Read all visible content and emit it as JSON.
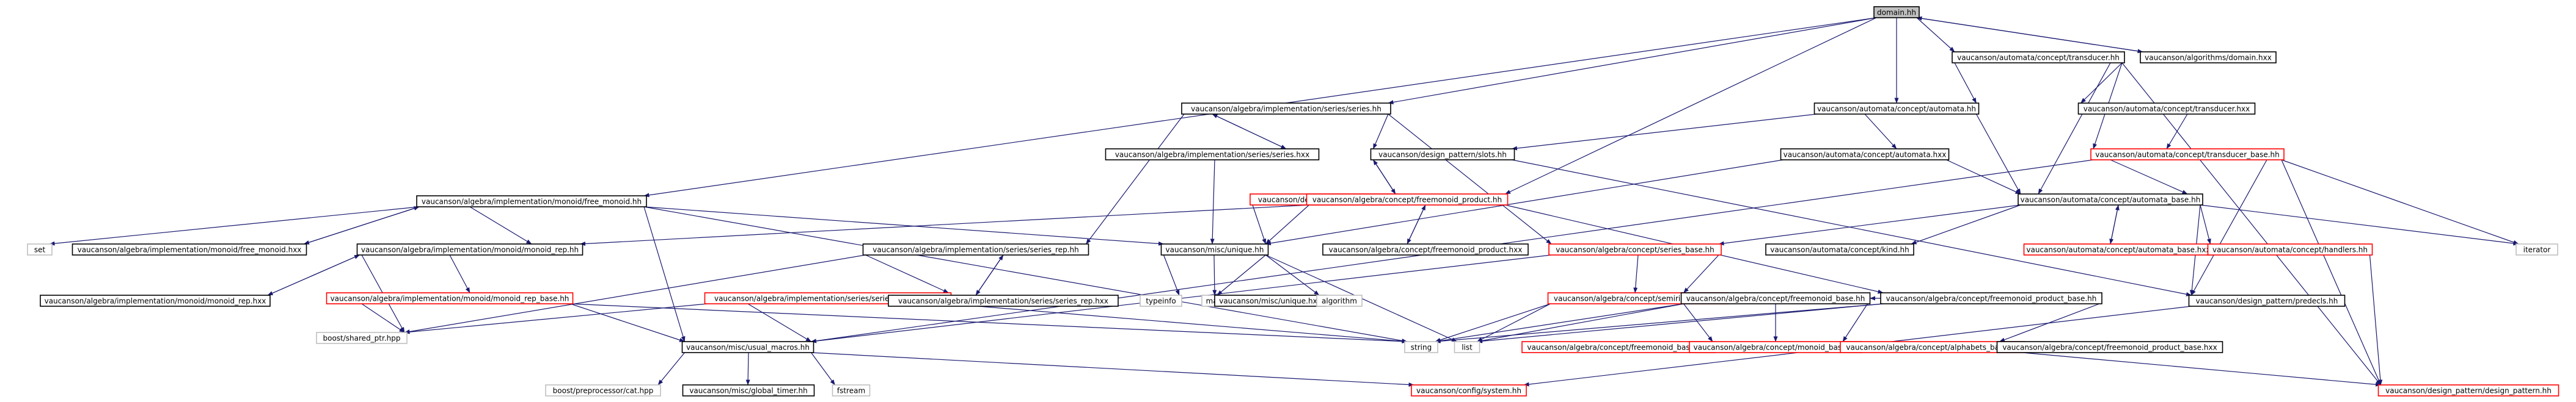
{
  "colors": {
    "edge": "#191970",
    "border_default": "#000000",
    "border_red": "#ff0000",
    "border_lightgray": "#bfbfbf",
    "fill_default": "#ffffff",
    "fill_root": "#bfbfbf"
  },
  "nodes": [
    {
      "id": "n_domain",
      "label": "domain.hh",
      "style": "root"
    },
    {
      "id": "n_transducer",
      "label": "vaucanson/automata/concept/transducer.hh",
      "style": "default"
    },
    {
      "id": "n_algo_domain",
      "label": "vaucanson/algorithms/domain.hxx",
      "style": "default"
    },
    {
      "id": "n_series_hh",
      "label": "vaucanson/algebra/implementation/series/series.hh",
      "style": "default"
    },
    {
      "id": "n_automata_hh",
      "label": "vaucanson/automata/concept/automata.hh",
      "style": "default"
    },
    {
      "id": "n_transducer_hxx",
      "label": "vaucanson/automata/concept/transducer.hxx",
      "style": "default"
    },
    {
      "id": "n_series_hxx",
      "label": "vaucanson/algebra/implementation/series/series.hxx",
      "style": "default"
    },
    {
      "id": "n_slots_hh",
      "label": "vaucanson/design_pattern/slots.hh",
      "style": "default"
    },
    {
      "id": "n_automata_hxx",
      "label": "vaucanson/automata/concept/automata.hxx",
      "style": "default"
    },
    {
      "id": "n_transducer_base",
      "label": "vaucanson/automata/concept/transducer_base.hh",
      "style": "red"
    },
    {
      "id": "n_free_monoid",
      "label": "vaucanson/algebra/implementation/monoid/free_monoid.hh",
      "style": "default"
    },
    {
      "id": "n_slots_hxx",
      "label": "vaucanson/design_pattern/slots.hxx",
      "style": "red"
    },
    {
      "id": "n_freemonoid_product",
      "label": "vaucanson/algebra/concept/freemonoid_product.hh",
      "style": "red"
    },
    {
      "id": "n_automata_base",
      "label": "vaucanson/automata/concept/automata_base.hh",
      "style": "default"
    },
    {
      "id": "n_set",
      "label": "set",
      "style": "lightgray"
    },
    {
      "id": "n_free_monoid_hxx",
      "label": "vaucanson/algebra/implementation/monoid/free_monoid.hxx",
      "style": "default"
    },
    {
      "id": "n_monoid_rep",
      "label": "vaucanson/algebra/implementation/monoid/monoid_rep.hh",
      "style": "default"
    },
    {
      "id": "n_series_rep",
      "label": "vaucanson/algebra/implementation/series/series_rep.hh",
      "style": "default"
    },
    {
      "id": "n_unique_hh",
      "label": "vaucanson/misc/unique.hh",
      "style": "default"
    },
    {
      "id": "n_fmp_hxx",
      "label": "vaucanson/algebra/concept/freemonoid_product.hxx",
      "style": "default"
    },
    {
      "id": "n_series_base",
      "label": "vaucanson/algebra/concept/series_base.hh",
      "style": "red"
    },
    {
      "id": "n_kind_hh",
      "label": "vaucanson/automata/concept/kind.hh",
      "style": "default"
    },
    {
      "id": "n_automata_base_hxx",
      "label": "vaucanson/automata/concept/automata_base.hxx",
      "style": "red"
    },
    {
      "id": "n_handlers",
      "label": "vaucanson/automata/concept/handlers.hh",
      "style": "red"
    },
    {
      "id": "n_iterator",
      "label": "iterator",
      "style": "lightgray"
    },
    {
      "id": "n_monoid_rep_hxx",
      "label": "vaucanson/algebra/implementation/monoid/monoid_rep.hxx",
      "style": "default"
    },
    {
      "id": "n_monoid_rep_base",
      "label": "vaucanson/algebra/implementation/monoid/monoid_rep_base.hh",
      "style": "red"
    },
    {
      "id": "n_series_rep_base",
      "label": "vaucanson/algebra/implementation/series/series_rep_base.hh",
      "style": "red"
    },
    {
      "id": "n_series_rep_hxx",
      "label": "vaucanson/algebra/implementation/series/series_rep.hxx",
      "style": "default"
    },
    {
      "id": "n_typeinfo",
      "label": "typeinfo",
      "style": "lightgray"
    },
    {
      "id": "n_map",
      "label": "map",
      "style": "lightgray"
    },
    {
      "id": "n_unique_hxx",
      "label": "vaucanson/misc/unique.hxx",
      "style": "default"
    },
    {
      "id": "n_algorithm",
      "label": "algorithm",
      "style": "lightgray"
    },
    {
      "id": "n_semiring_base",
      "label": "vaucanson/algebra/concept/semiring_base.hh",
      "style": "red"
    },
    {
      "id": "n_freemonoid_base",
      "label": "vaucanson/algebra/concept/freemonoid_base.hh",
      "style": "default"
    },
    {
      "id": "n_fmp_base",
      "label": "vaucanson/algebra/concept/freemonoid_product_base.hh",
      "style": "default"
    },
    {
      "id": "n_predecls",
      "label": "vaucanson/design_pattern/predecls.hh",
      "style": "default"
    },
    {
      "id": "n_shared_ptr",
      "label": "boost/shared_ptr.hpp",
      "style": "lightgray"
    },
    {
      "id": "n_string",
      "label": "string",
      "style": "lightgray"
    },
    {
      "id": "n_list",
      "label": "list",
      "style": "lightgray"
    },
    {
      "id": "n_freemonoid_base_hxx",
      "label": "vaucanson/algebra/concept/freemonoid_base.hxx",
      "style": "red"
    },
    {
      "id": "n_monoid_base",
      "label": "vaucanson/algebra/concept/monoid_base.hh",
      "style": "red"
    },
    {
      "id": "n_alphabets_base",
      "label": "vaucanson/algebra/concept/alphabets_base.hh",
      "style": "red"
    },
    {
      "id": "n_fmp_base_hxx",
      "label": "vaucanson/algebra/concept/freemonoid_product_base.hxx",
      "style": "default"
    },
    {
      "id": "n_usual_macros",
      "label": "vaucanson/misc/usual_macros.hh",
      "style": "default"
    },
    {
      "id": "n_cat_hpp",
      "label": "boost/preprocessor/cat.hpp",
      "style": "lightgray"
    },
    {
      "id": "n_global_timer",
      "label": "vaucanson/misc/global_timer.hh",
      "style": "default"
    },
    {
      "id": "n_fstream",
      "label": "fstream",
      "style": "lightgray"
    },
    {
      "id": "n_system_hh",
      "label": "vaucanson/config/system.hh",
      "style": "red"
    },
    {
      "id": "n_design_pattern",
      "label": "vaucanson/design_pattern/design_pattern.hh",
      "style": "red"
    }
  ],
  "edges": [
    [
      "n_domain",
      "n_transducer"
    ],
    [
      "n_domain",
      "n_algo_domain"
    ],
    [
      "n_domain",
      "n_series_hh"
    ],
    [
      "n_domain",
      "n_automata_hh"
    ],
    [
      "n_domain",
      "n_free_monoid"
    ],
    [
      "n_domain",
      "n_freemonoid_product"
    ],
    [
      "n_algo_domain",
      "n_domain"
    ],
    [
      "n_transducer",
      "n_automata_hh"
    ],
    [
      "n_transducer",
      "n_transducer_hxx"
    ],
    [
      "n_transducer",
      "n_transducer_base"
    ],
    [
      "n_transducer",
      "n_automata_base"
    ],
    [
      "n_transducer",
      "n_design_pattern"
    ],
    [
      "n_transducer_hxx",
      "n_transducer_base"
    ],
    [
      "n_series_hh",
      "n_series_hxx"
    ],
    [
      "n_series_hh",
      "n_slots_hh"
    ],
    [
      "n_series_hh",
      "n_series_rep"
    ],
    [
      "n_series_hh",
      "n_series_base"
    ],
    [
      "n_series_hxx",
      "n_series_hh"
    ],
    [
      "n_series_hxx",
      "n_unique_hh"
    ],
    [
      "n_automata_hh",
      "n_automata_hxx"
    ],
    [
      "n_automata_hh",
      "n_automata_base"
    ],
    [
      "n_automata_hh",
      "n_slots_hh"
    ],
    [
      "n_automata_hxx",
      "n_automata_base"
    ],
    [
      "n_automata_hxx",
      "n_unique_hh"
    ],
    [
      "n_slots_hh",
      "n_slots_hxx"
    ],
    [
      "n_slots_hh",
      "n_predecls"
    ],
    [
      "n_slots_hxx",
      "n_slots_hh"
    ],
    [
      "n_slots_hxx",
      "n_unique_hh"
    ],
    [
      "n_transducer_base",
      "n_automata_base"
    ],
    [
      "n_transducer_base",
      "n_iterator"
    ],
    [
      "n_transducer_base",
      "n_predecls"
    ],
    [
      "n_transducer_base",
      "n_usual_macros"
    ],
    [
      "n_transducer_base",
      "n_design_pattern"
    ],
    [
      "n_free_monoid",
      "n_set"
    ],
    [
      "n_free_monoid",
      "n_free_monoid_hxx"
    ],
    [
      "n_free_monoid",
      "n_monoid_rep"
    ],
    [
      "n_free_monoid",
      "n_unique_hh"
    ],
    [
      "n_free_monoid",
      "n_usual_macros"
    ],
    [
      "n_free_monoid",
      "n_string"
    ],
    [
      "n_free_monoid_hxx",
      "n_free_monoid"
    ],
    [
      "n_freemonoid_product",
      "n_fmp_hxx"
    ],
    [
      "n_freemonoid_product",
      "n_unique_hh"
    ],
    [
      "n_freemonoid_product",
      "n_fmp_base"
    ],
    [
      "n_freemonoid_product",
      "n_monoid_rep"
    ],
    [
      "n_fmp_hxx",
      "n_freemonoid_product"
    ],
    [
      "n_automata_base",
      "n_series_base"
    ],
    [
      "n_automata_base",
      "n_kind_hh"
    ],
    [
      "n_automata_base",
      "n_automata_base_hxx"
    ],
    [
      "n_automata_base",
      "n_handlers"
    ],
    [
      "n_automata_base",
      "n_iterator"
    ],
    [
      "n_automata_base",
      "n_predecls"
    ],
    [
      "n_automata_base_hxx",
      "n_automata_base"
    ],
    [
      "n_handlers",
      "n_design_pattern"
    ],
    [
      "n_monoid_rep",
      "n_monoid_rep_hxx"
    ],
    [
      "n_monoid_rep",
      "n_monoid_rep_base"
    ],
    [
      "n_monoid_rep",
      "n_shared_ptr"
    ],
    [
      "n_monoid_rep_hxx",
      "n_monoid_rep"
    ],
    [
      "n_monoid_rep_base",
      "n_shared_ptr"
    ],
    [
      "n_monoid_rep_base",
      "n_usual_macros"
    ],
    [
      "n_monoid_rep_base",
      "n_string"
    ],
    [
      "n_series_rep",
      "n_series_rep_hxx"
    ],
    [
      "n_series_rep",
      "n_series_rep_base"
    ],
    [
      "n_series_rep",
      "n_shared_ptr"
    ],
    [
      "n_series_rep_hxx",
      "n_series_rep"
    ],
    [
      "n_series_rep_base",
      "n_shared_ptr"
    ],
    [
      "n_series_rep_base",
      "n_usual_macros"
    ],
    [
      "n_series_rep_base",
      "n_string"
    ],
    [
      "n_unique_hh",
      "n_typeinfo"
    ],
    [
      "n_unique_hh",
      "n_map"
    ],
    [
      "n_unique_hh",
      "n_unique_hxx"
    ],
    [
      "n_unique_hh",
      "n_algorithm"
    ],
    [
      "n_unique_hh",
      "n_list"
    ],
    [
      "n_series_base",
      "n_semiring_base"
    ],
    [
      "n_series_base",
      "n_freemonoid_base"
    ],
    [
      "n_series_base",
      "n_usual_macros"
    ],
    [
      "n_semiring_base",
      "n_string"
    ],
    [
      "n_semiring_base",
      "n_list"
    ],
    [
      "n_freemonoid_base",
      "n_freemonoid_base_hxx"
    ],
    [
      "n_freemonoid_base",
      "n_monoid_base"
    ],
    [
      "n_freemonoid_base",
      "n_alphabets_base"
    ],
    [
      "n_freemonoid_base",
      "n_string"
    ],
    [
      "n_freemonoid_base",
      "n_list"
    ],
    [
      "n_fmp_base",
      "n_freemonoid_base"
    ],
    [
      "n_fmp_base",
      "n_fmp_base_hxx"
    ],
    [
      "n_fmp_base",
      "n_string"
    ],
    [
      "n_fmp_base",
      "n_list"
    ],
    [
      "n_predecls",
      "n_system_hh"
    ],
    [
      "n_alphabets_base",
      "n_design_pattern"
    ],
    [
      "n_usual_macros",
      "n_cat_hpp"
    ],
    [
      "n_usual_macros",
      "n_global_timer"
    ],
    [
      "n_usual_macros",
      "n_fstream"
    ],
    [
      "n_usual_macros",
      "n_system_hh"
    ]
  ]
}
